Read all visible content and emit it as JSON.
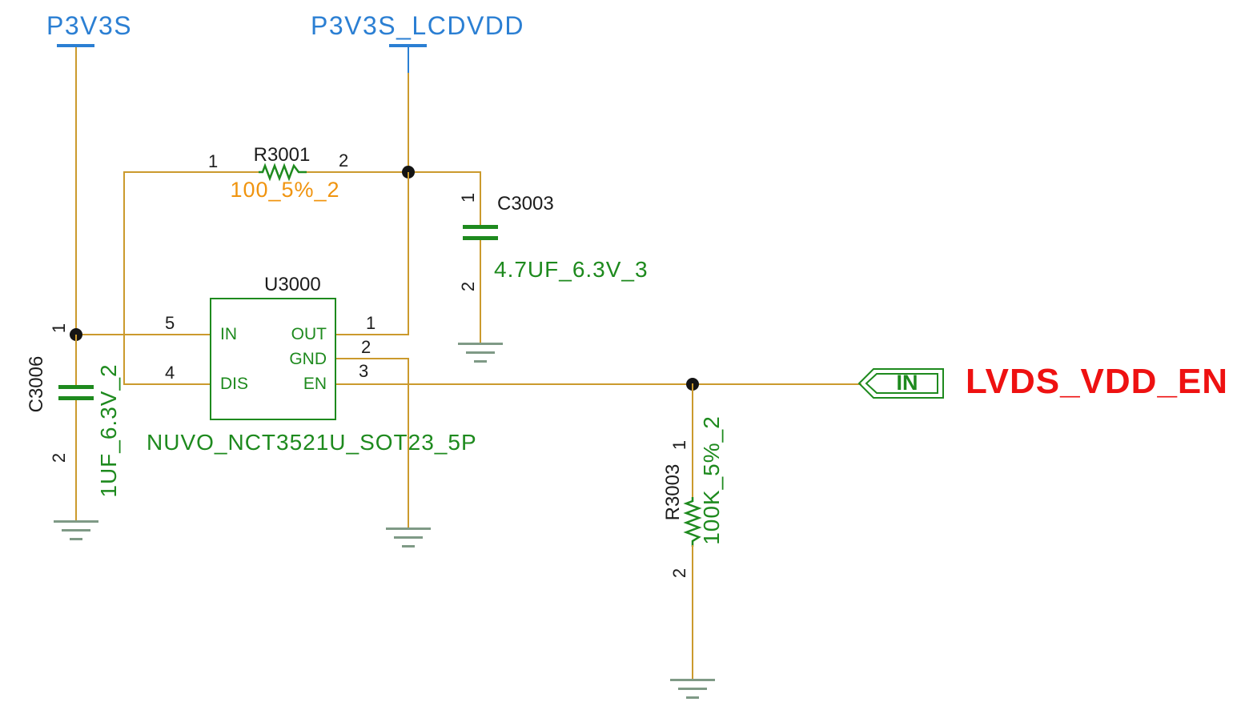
{
  "nets": {
    "p3v3s": "P3V3S",
    "p3v3s_lcdvdd": "P3V3S_LCDVDD",
    "lvds_vdd_en": "LVDS_VDD_EN"
  },
  "port": {
    "label": "IN"
  },
  "components": {
    "r3001": {
      "refdes": "R3001",
      "value": "100_5%_2",
      "pin1": "1",
      "pin2": "2"
    },
    "c3003": {
      "refdes": "C3003",
      "value": "4.7UF_6.3V_3",
      "pin1": "1",
      "pin2": "2"
    },
    "c3006": {
      "refdes": "C3006",
      "value": "1UF_6.3V_2",
      "pin1": "1",
      "pin2": "2"
    },
    "r3003": {
      "refdes": "R3003",
      "value": "100K_5%_2",
      "pin1": "1",
      "pin2": "2"
    },
    "u3000": {
      "refdes": "U3000",
      "value": "NUVO_NCT3521U_SOT23_5P",
      "pins": {
        "in": {
          "name": "IN",
          "number": "5"
        },
        "dis": {
          "name": "DIS",
          "number": "4"
        },
        "out": {
          "name": "OUT",
          "number": "1"
        },
        "gnd": {
          "name": "GND",
          "number": "2"
        },
        "en": {
          "name": "EN",
          "number": "3"
        }
      }
    }
  },
  "colors": {
    "wire": "#CB9A2D",
    "symbol_green": "#1E8A1E",
    "power_blue": "#2B7FD3",
    "value_orange": "#F0940F",
    "net_red": "#EE1111",
    "text_black": "#1C1C1C",
    "ground": "#7F9A86",
    "junction": "#141414"
  }
}
